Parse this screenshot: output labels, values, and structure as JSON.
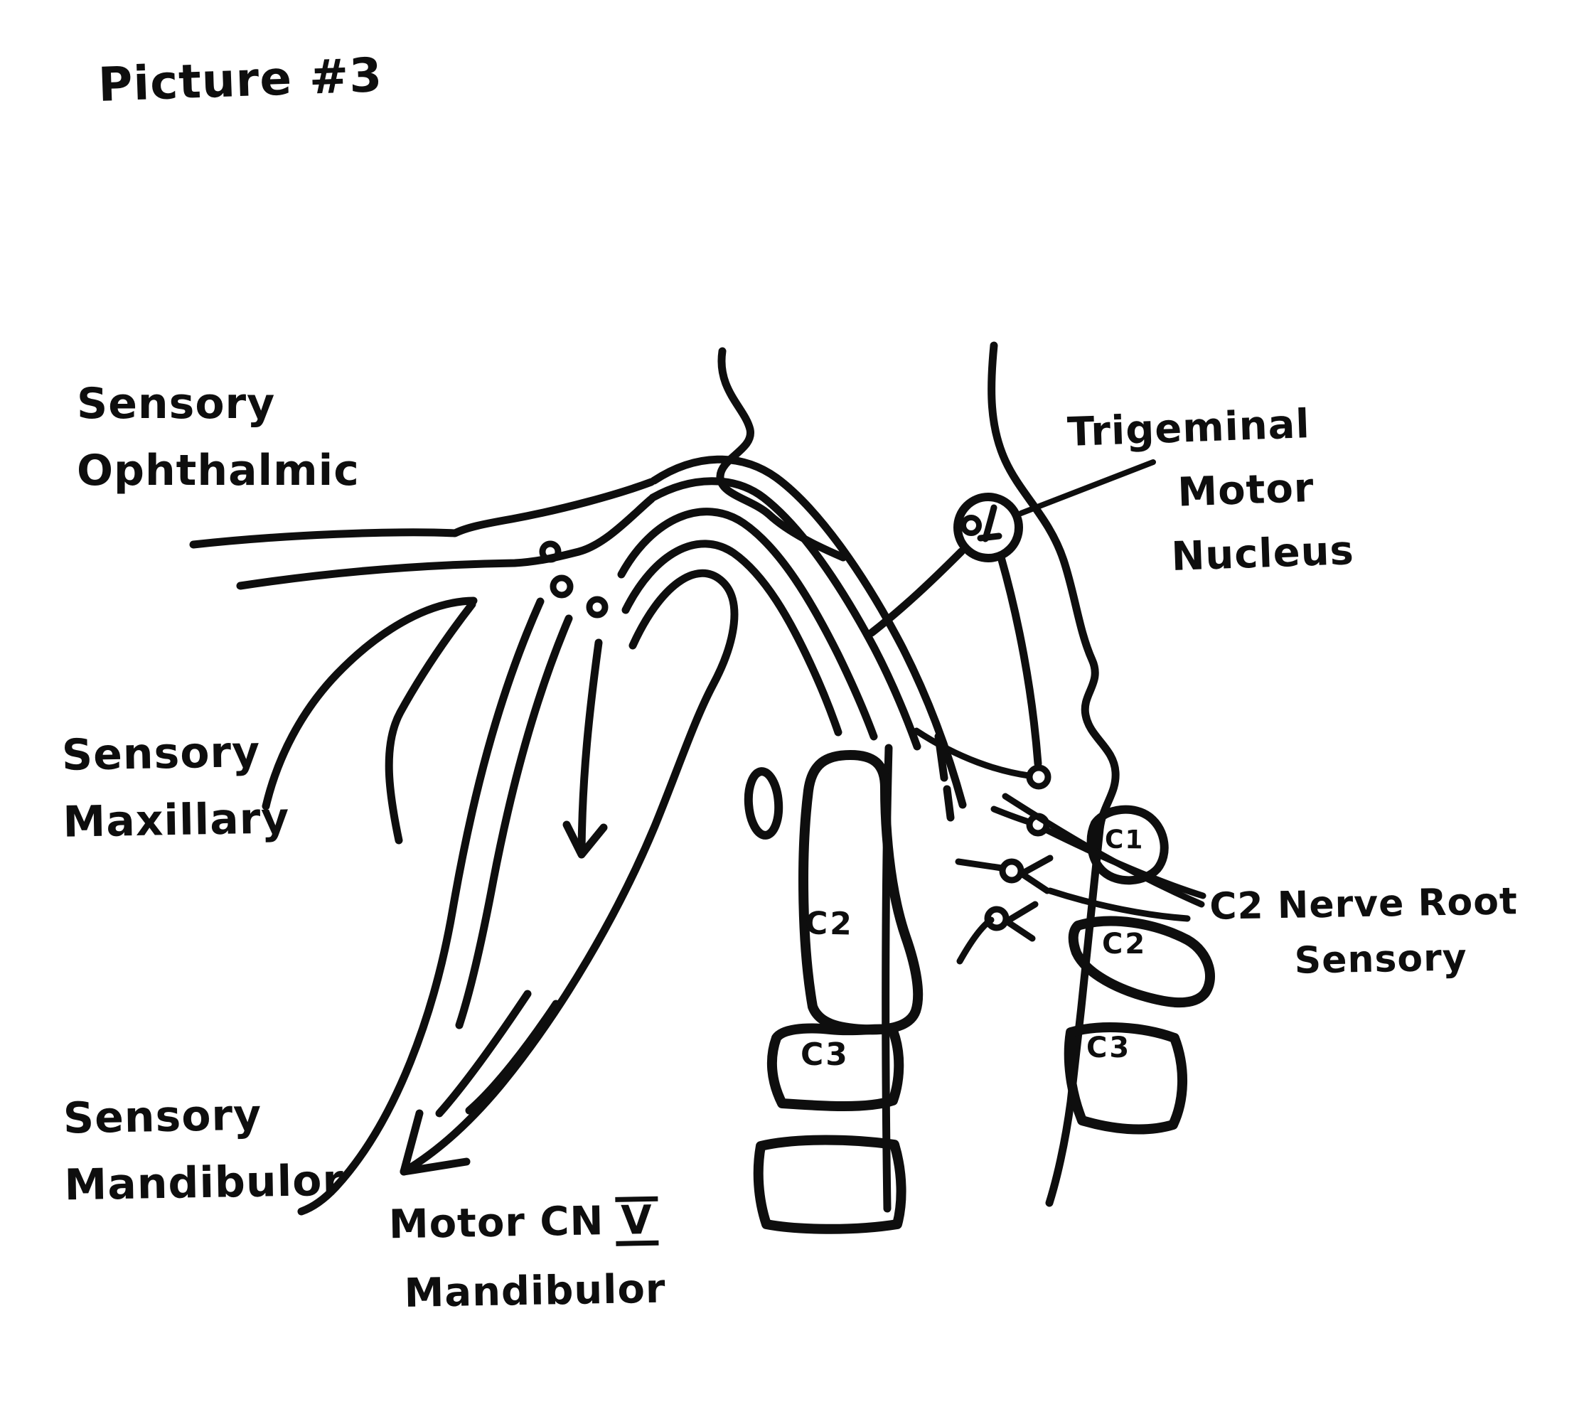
{
  "page": {
    "title": "Picture #3"
  },
  "colors": {
    "ink": "#0e0e0e",
    "paper": "#ffffff"
  },
  "labels": {
    "sensory_ophthalmic": {
      "line1": "Sensory",
      "line2": "Ophthalmic"
    },
    "sensory_maxillary": {
      "line1": "Sensory",
      "line2": "Maxillary"
    },
    "sensory_mandibular": {
      "line1": "Sensory",
      "line2": "Mandibulor"
    },
    "motor_mandibular": {
      "prefix": "Motor CN",
      "numeral": "V",
      "line2": "Mandibulor"
    },
    "trigeminal_motor_nucleus": {
      "line1": "Trigeminal",
      "line2": "Motor",
      "line3": "Nucleus"
    },
    "c2_nerve_root": {
      "line1": "C2 Nerve Root",
      "line2": "Sensory"
    }
  },
  "vertebrae": {
    "left_column": [
      "C2",
      "C3"
    ],
    "right_column": [
      "C1",
      "C2",
      "C3"
    ]
  }
}
